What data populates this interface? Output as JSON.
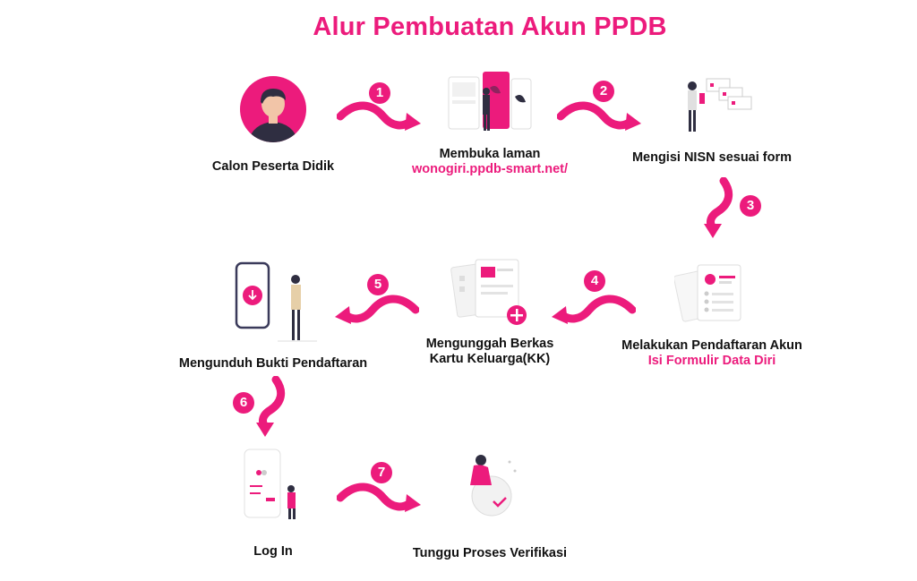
{
  "title": "Alur Pembuatan Akun PPDB",
  "colors": {
    "accent": "#ec1b7c",
    "text": "#111111"
  },
  "steps": [
    {
      "label": "Calon Peserta Didik",
      "sub": "",
      "icon": "student-avatar-icon"
    },
    {
      "label": "Membuka laman",
      "sub": "wonogiri.ppdb-smart.net/",
      "icon": "website-browsing-icon"
    },
    {
      "label": "Mengisi NISN sesuai form",
      "sub": "",
      "icon": "form-filling-icon"
    },
    {
      "label": "Melakukan Pendaftaran Akun",
      "sub": "Isi Formulir Data Diri",
      "icon": "registration-form-icon"
    },
    {
      "label": "Mengunggah Berkas",
      "sub": "Kartu Keluarga(KK)",
      "icon": "upload-file-icon"
    },
    {
      "label": "Mengunduh Bukti Pendaftaran",
      "sub": "",
      "icon": "download-proof-icon"
    },
    {
      "label": "Log In",
      "sub": "",
      "icon": "login-phone-icon"
    },
    {
      "label": "Tunggu Proses Verifikasi",
      "sub": "",
      "icon": "verification-icon"
    }
  ],
  "arrows": [
    "1",
    "2",
    "3",
    "4",
    "5",
    "6",
    "7"
  ]
}
